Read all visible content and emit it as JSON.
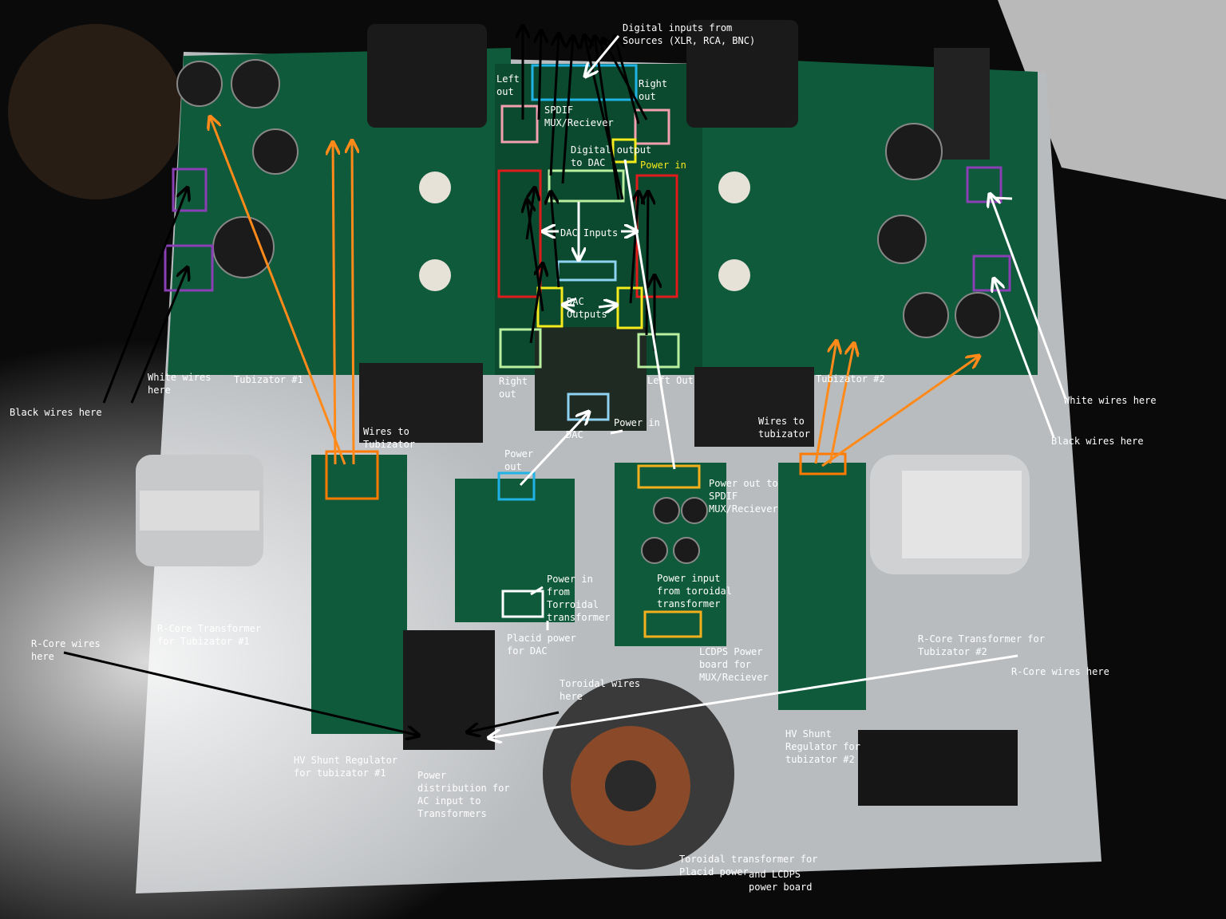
{
  "colors": {
    "background": "#0a0a0a",
    "chassis": "#b9bcbf",
    "pcb": "#0f5a3a",
    "pcb_dark": "#0b4a2f",
    "arrow_orange": "#ff8a1a",
    "arrow_white": "#ffffff",
    "arrow_black": "#000000",
    "box_cyan": "#1fb3e6",
    "box_pink": "#f3a1b0",
    "box_red": "#e01b1b",
    "box_lightgreen": "#b8f0a0",
    "box_lightblue": "#8fd3f2",
    "box_yellow": "#f4ea1c",
    "box_purple": "#8a3fb5",
    "box_orange": "#ff7a00",
    "box_white": "#ffffff",
    "text_white": "#ffffff",
    "text_yellow": "#f4ea1c"
  },
  "labels": {
    "digital_inputs": "Digital inputs from\nSources (XLR, RCA, BNC)",
    "left_out_top": "Left\nout",
    "right_out_top": "Right\nout",
    "spdif_mux": "SPDIF\nMUX/Reciever",
    "digital_output": "Digital output\nto DAC",
    "power_in_top": "Power in",
    "dac_inputs": "DAC Inputs",
    "dac_outputs": "DAC\nOutputs",
    "right_out_mid": "Right\nout",
    "left_out_mid": "Left Out",
    "power_in_dac": "Power in",
    "dac": "DAC",
    "power_out": "Power\nout",
    "power_out_spdif": "Power out to\nSPDIF\nMUX/Reciever",
    "power_in_toroidal": "Power in\nfrom\nTorroidal\ntransformer",
    "power_input_toroidal": "Power input\nfrom toroidal\ntransformer",
    "placid_power": "Placid power\nfor DAC",
    "lcdps_board": "LCDPS Power\nboard for\nMUX/Reciever",
    "toroidal_wires": "Toroidal wires\nhere",
    "tubizator1": "Tubizator #1",
    "tubizator2": "Tubizator #2",
    "white_wires_left": "White wires\nhere",
    "black_wires_left": "Black wires here",
    "wires_to_tubizator_left": "Wires to\nTubizator",
    "wires_to_tubizator_right": "Wires to\ntubizator",
    "white_wires_right": "White wires here",
    "black_wires_right": "Black wires here",
    "rcore_transformer1": "R-Core Transformer\nfor Tubizator #1",
    "rcore_transformer2": "R-Core Transformer for\nTubizator #2",
    "rcore_wires_left": "R-Core wires\nhere",
    "rcore_wires_right": "R-Core wires here",
    "hv_shunt1": "HV Shunt Regulator\nfor tubizator #1",
    "hv_shunt2": "HV Shunt\nRegulator for\ntubizator #2",
    "power_distribution": "Power\ndistribution for\nAC input to\nTransformers",
    "toroidal_transformer": "Toroidal transformer for\nPlacid power",
    "and_lcdps": "and LCDPS\npower board"
  }
}
